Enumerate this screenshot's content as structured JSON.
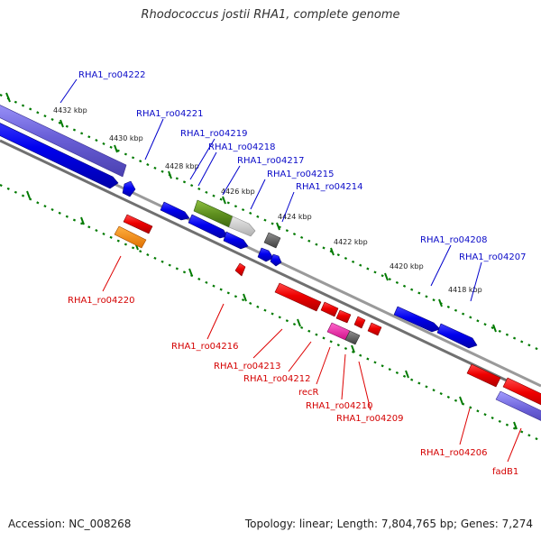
{
  "header": {
    "title": "Rhodococcus jostii RHA1, complete genome"
  },
  "footer": {
    "accession": "Accession: NC_008268",
    "summary": "Topology: linear; Length: 7,804,765 bp; Genes: 7,274"
  },
  "colors": {
    "forward_label": "#0a0ac8",
    "reverse_label": "#d40000",
    "tick": "#007a00",
    "backbone": "#808080"
  },
  "kbp_ticks": [
    "4432 kbp",
    "4430 kbp",
    "4428 kbp",
    "4426 kbp",
    "4424 kbp",
    "4422 kbp",
    "4420 kbp",
    "4418 kbp"
  ],
  "forward_labels": [
    "RHA1_ro04222",
    "RHA1_ro04221",
    "RHA1_ro04219",
    "RHA1_ro04218",
    "RHA1_ro04217",
    "RHA1_ro04215",
    "RHA1_ro04214",
    "RHA1_ro04208",
    "RHA1_ro04207"
  ],
  "reverse_labels": [
    "RHA1_ro04220",
    "RHA1_ro04216",
    "RHA1_ro04213",
    "RHA1_ro04212",
    "recR",
    "RHA1_ro04210",
    "RHA1_ro04209",
    "RHA1_ro04206",
    "fadB1"
  ]
}
